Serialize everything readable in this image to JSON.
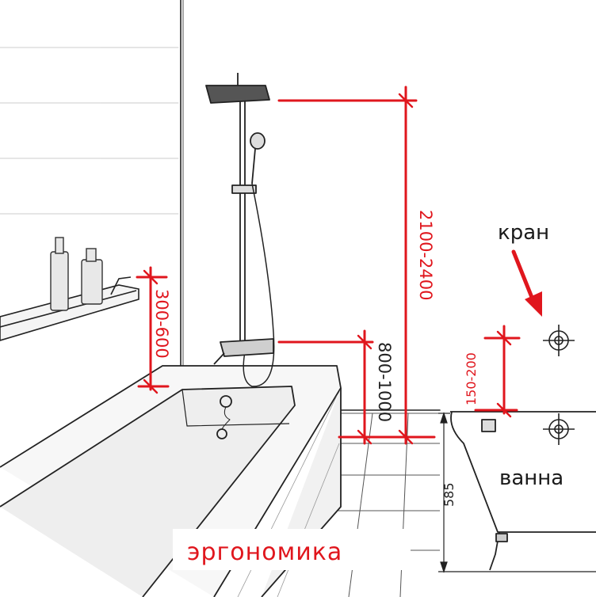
{
  "dimensions": {
    "shower_head_height": "2100-2400",
    "mixer_height": "800-1000",
    "shelf_height": "300-600",
    "tap_above_tub": "150-200",
    "tub_height": "585"
  },
  "labels": {
    "tap": "кран",
    "tub": "ванна",
    "caption": "эргономика"
  },
  "colors": {
    "dimension_lines": "#e0161d",
    "sketch_lines": "#222222",
    "text": "#1a1a1a"
  }
}
